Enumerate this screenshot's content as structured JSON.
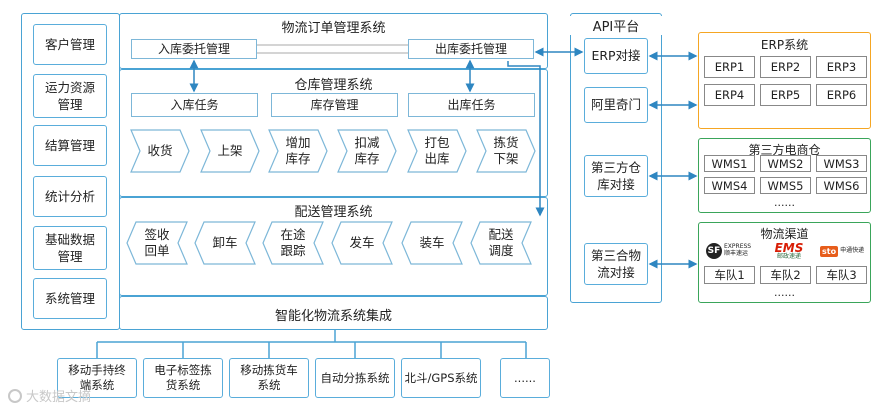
{
  "sidebar": {
    "items": [
      {
        "label": "客户管理"
      },
      {
        "label": "运力资源\n管理"
      },
      {
        "label": "结算管理"
      },
      {
        "label": "统计分析"
      },
      {
        "label": "基础数据\n管理"
      },
      {
        "label": "系统管理"
      }
    ]
  },
  "order_system": {
    "title": "物流订单管理系统",
    "inbound": "入库委托管理",
    "outbound": "出库委托管理"
  },
  "warehouse": {
    "title": "仓库管理系统",
    "tabs": [
      "入库任务",
      "库存管理",
      "出库任务"
    ],
    "steps": [
      "收货",
      "上架",
      "增加\n库存",
      "扣减\n库存",
      "打包\n出库",
      "拣货\n下架"
    ]
  },
  "delivery": {
    "title": "配送管理系统",
    "steps": [
      "签收\n回单",
      "卸车",
      "在途\n跟踪",
      "发车",
      "装车",
      "配送\n调度"
    ]
  },
  "integration": {
    "title": "智能化物流系统集成"
  },
  "bottom_items": [
    "移动手持终\n端系统",
    "电子标签拣\n货系统",
    "移动拣货车\n系统",
    "自动分拣系统",
    "北斗/GPS系统",
    "......"
  ],
  "api": {
    "title": "API平台",
    "items": [
      "ERP对接",
      "阿里奇门",
      "第三方仓\n库对接",
      "第三合物\n流对接"
    ]
  },
  "erp": {
    "title": "ERP系统",
    "cells": [
      "ERP1",
      "ERP2",
      "ERP3",
      "ERP4",
      "ERP5",
      "ERP6"
    ],
    "color": "#f5a623"
  },
  "wms": {
    "title": "第三方电商仓",
    "cells": [
      "WMS1",
      "WMS2",
      "WMS3",
      "WMS4",
      "WMS5",
      "WMS6"
    ],
    "more": "......",
    "color": "#3aa55a"
  },
  "logistics": {
    "title": "物流渠道",
    "logos": [
      {
        "main": "SF",
        "sub": "EXPRESS 顺丰速运"
      },
      {
        "main": "EMS",
        "sub": "邮政速递"
      },
      {
        "main": "sto",
        "sub": "申通快递"
      }
    ],
    "cells": [
      "车队1",
      "车队2",
      "车队3"
    ],
    "more": "......",
    "color": "#3aa55a"
  },
  "watermark": "大数据文摘",
  "colors": {
    "frame": "#4aa3d4",
    "arrow": "#2e86c1"
  }
}
